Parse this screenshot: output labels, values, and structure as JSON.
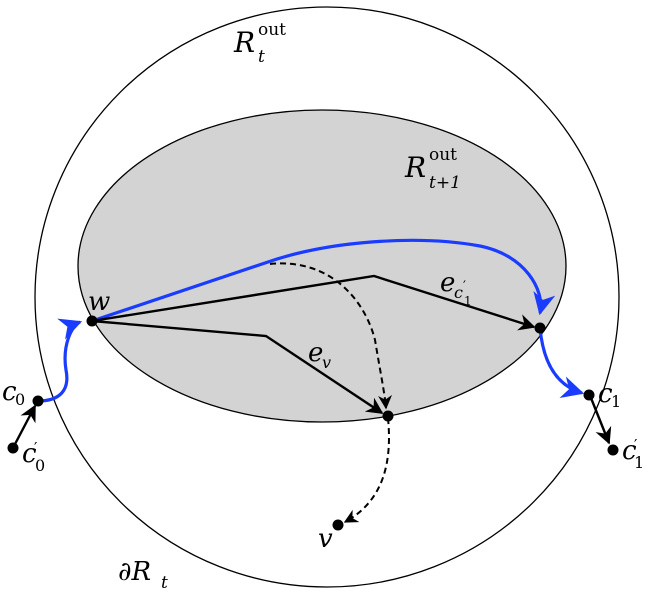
{
  "labels": {
    "R": "R",
    "out": "out",
    "t": "t",
    "t_plus_1": "t+1",
    "w": "w",
    "e": "e",
    "v": "v",
    "c": "c",
    "sub0": "0",
    "sub1": "1",
    "prime": "′",
    "boundary": "∂R"
  },
  "colors": {
    "outer_region_fill": "#ffffff",
    "inner_region_fill": "#d3d3d3",
    "stroke": "#000000",
    "highlight_path": "#1a3cff"
  }
}
